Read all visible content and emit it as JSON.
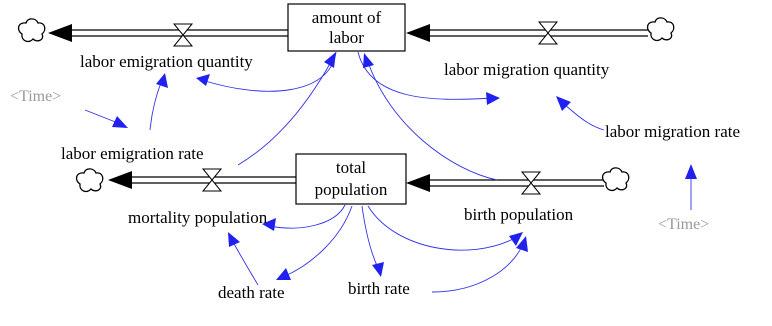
{
  "stocks": {
    "labor": {
      "line1": "amount of",
      "line2": "labor"
    },
    "population": {
      "line1": "total",
      "line2": "population"
    }
  },
  "flows": {
    "labor_emigration_quantity": "labor emigration quantity",
    "labor_migration_quantity": "labor migration quantity",
    "mortality_population": "mortality population",
    "birth_population": "birth population"
  },
  "variables": {
    "labor_emigration_rate": "labor emigration rate",
    "labor_migration_rate": "labor migration rate",
    "death_rate": "death rate",
    "birth_rate": "birth rate"
  },
  "shadow_variables": {
    "time_left": "<Time>",
    "time_right": "<Time>"
  }
}
